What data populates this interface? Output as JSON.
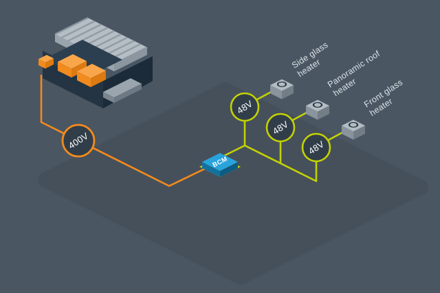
{
  "colors": {
    "background": "#4a5662",
    "platform": "#46505b",
    "wire_orange": "#f28b1e",
    "wire_green": "#c3d203",
    "node_fill": "#313e4a",
    "bcm_blue": "#29a3dc",
    "label_text": "#dbe1e6"
  },
  "diagram": {
    "source_node": {
      "label": "400V"
    },
    "controller": {
      "label": "BCM"
    },
    "branches": [
      {
        "voltage_label": "48V",
        "device": {
          "label_lines": [
            "Side glass",
            "heater"
          ]
        }
      },
      {
        "voltage_label": "48V",
        "device": {
          "label_lines": [
            "Panoramic roof",
            "heater"
          ]
        }
      },
      {
        "voltage_label": "48V",
        "device": {
          "label_lines": [
            "Front glass",
            "heater"
          ]
        }
      }
    ]
  }
}
